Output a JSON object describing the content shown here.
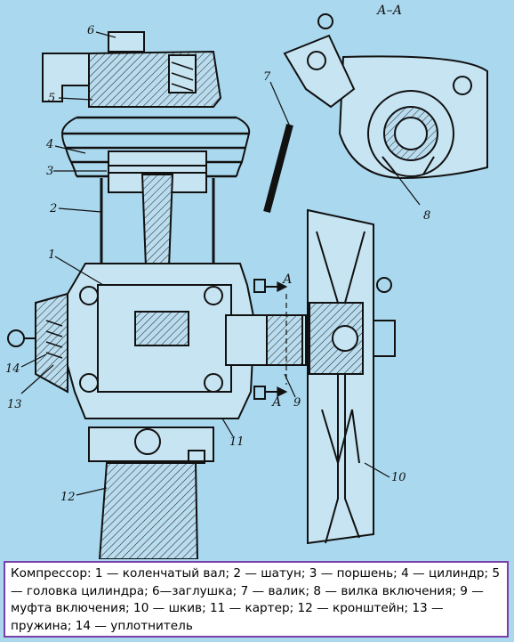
{
  "figure": {
    "section_title": "А–А",
    "callouts": [
      {
        "id": "label-1",
        "text": "1"
      },
      {
        "id": "label-2",
        "text": "2"
      },
      {
        "id": "label-3",
        "text": "3"
      },
      {
        "id": "label-4",
        "text": "4"
      },
      {
        "id": "label-5",
        "text": "5"
      },
      {
        "id": "label-6",
        "text": "6"
      },
      {
        "id": "label-7",
        "text": "7"
      },
      {
        "id": "label-8",
        "text": "8"
      },
      {
        "id": "label-9",
        "text": "9"
      },
      {
        "id": "label-10",
        "text": "10"
      },
      {
        "id": "label-11",
        "text": "11"
      },
      {
        "id": "label-12",
        "text": "12"
      },
      {
        "id": "label-13",
        "text": "13"
      },
      {
        "id": "label-14",
        "text": "14"
      }
    ],
    "section_marks": [
      "А",
      "А"
    ]
  },
  "caption": {
    "text": "Компрессор: 1 — коленчатый вал; 2 — шатун; 3 — поршень; 4 — цилиндр; 5 — головка цилиндра; 6—заглушка; 7 — валик; 8 — вилка включения; 9 — муфта включения; 10 — шкив; 11 — картер; 12 — кронштейн; 13 — пружина; 14 — уплотнитель"
  },
  "colors": {
    "background": "#aad8ee",
    "caption_border": "#7a3fa8",
    "ink": "#111111"
  }
}
